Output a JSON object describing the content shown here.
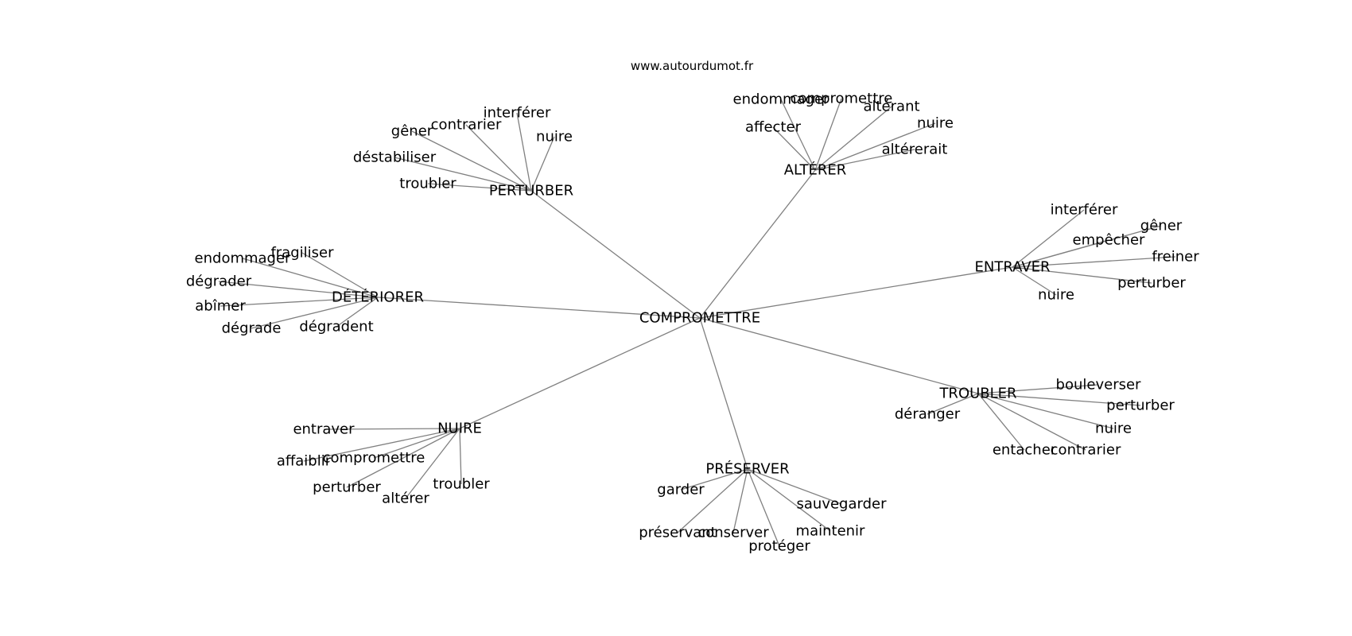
{
  "site": "www.autourdumot.fr",
  "center": "COMPROMETTRE",
  "hubs": [
    {
      "word": "PERTURBER",
      "synonyms": [
        "interférer",
        "contrarier",
        "nuire",
        "gêner",
        "déstabiliser",
        "troubler"
      ]
    },
    {
      "word": "ALTÉRER",
      "synonyms": [
        "endommager",
        "compromettre",
        "altérant",
        "nuire",
        "affecter",
        "altérerait"
      ]
    },
    {
      "word": "ENTRAVER",
      "synonyms": [
        "interférer",
        "gêner",
        "empêcher",
        "freiner",
        "perturber",
        "nuire"
      ]
    },
    {
      "word": "DÉTÉRIORER",
      "synonyms": [
        "fragiliser",
        "endommager",
        "dégrader",
        "abîmer",
        "dégrade",
        "dégradent"
      ]
    },
    {
      "word": "TROUBLER",
      "synonyms": [
        "bouleverser",
        "perturber",
        "déranger",
        "nuire",
        "entacher",
        "contrarier"
      ]
    },
    {
      "word": "NUIRE",
      "synonyms": [
        "entraver",
        "affaiblir",
        "compromettre",
        "perturber",
        "troubler",
        "altérer"
      ]
    },
    {
      "word": "PRÉSERVER",
      "synonyms": [
        "garder",
        "sauvegarder",
        "préservant",
        "conserver",
        "maintenir",
        "protéger"
      ]
    }
  ],
  "colors": {
    "edge": "#808080",
    "text": "#000000",
    "background": "#ffffff"
  }
}
